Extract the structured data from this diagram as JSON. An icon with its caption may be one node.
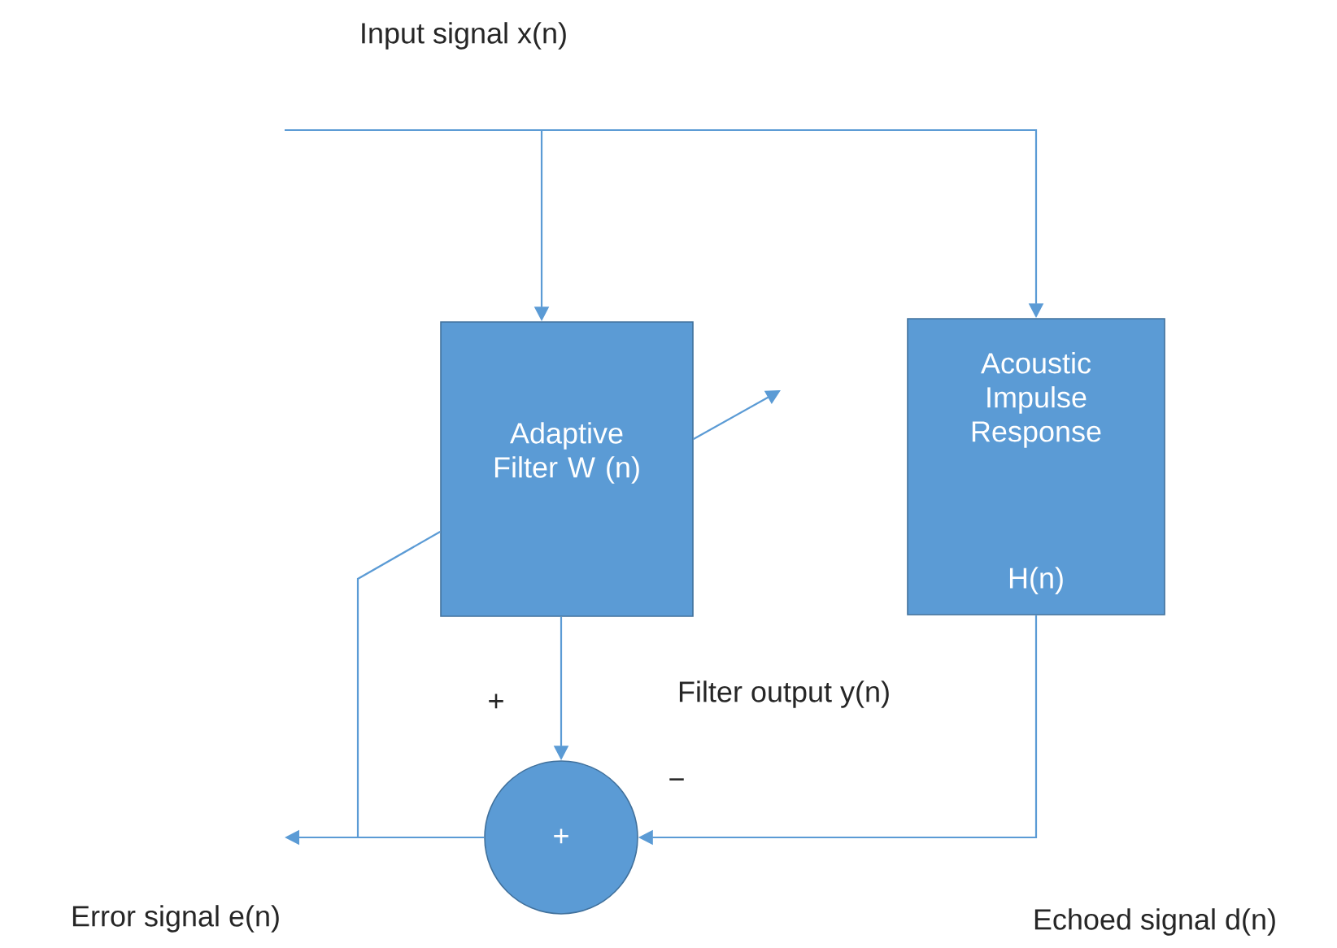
{
  "diagram": {
    "nodes": [
      {
        "text": [
          "Adaptive Filter W (n)"
        ]
      },
      {
        "text": [
          "Acoustic Impulse Response",
          "H(n)"
        ]
      },
      {
        "text": [
          "+"
        ]
      }
    ],
    "edges": [
      {
        "from": null,
        "to": 0,
        "arrow": "to"
      },
      {
        "from": null,
        "to": 1,
        "arrow": "to"
      },
      {
        "from": 0,
        "to": 2,
        "arrow": "to"
      },
      {
        "from": 1,
        "to": 2,
        "arrow": "to"
      },
      {
        "from": 2,
        "to": null,
        "arrow": "to"
      },
      {
        "from": 2,
        "to": 0,
        "arrow": "none"
      },
      {
        "from": 0,
        "to": null,
        "arrow": "to"
      }
    ],
    "labels": [
      "Input signal x(n)",
      "Filter output y(n)",
      "+",
      "−",
      "Error signal e(n)",
      "Echoed signal d(n)"
    ]
  }
}
